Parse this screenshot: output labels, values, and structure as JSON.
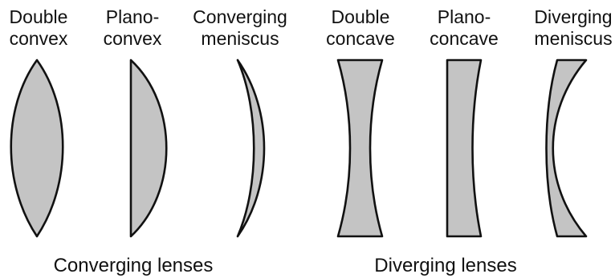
{
  "lenses": [
    {
      "name_line1": "Double",
      "name_line2": "convex",
      "type": "converging"
    },
    {
      "name_line1": "Plano-",
      "name_line2": "convex",
      "type": "converging"
    },
    {
      "name_line1": "Converging",
      "name_line2": "meniscus",
      "type": "converging"
    },
    {
      "name_line1": "Double",
      "name_line2": "concave",
      "type": "diverging"
    },
    {
      "name_line1": "Plano-",
      "name_line2": "concave",
      "type": "diverging"
    },
    {
      "name_line1": "Diverging",
      "name_line2": "meniscus",
      "type": "diverging"
    }
  ],
  "groups": {
    "converging": "Converging lenses",
    "diverging": "Diverging lenses"
  },
  "colors": {
    "lens_fill": "#c4c4c4",
    "outline": "#111111",
    "background": "#ffffff"
  }
}
